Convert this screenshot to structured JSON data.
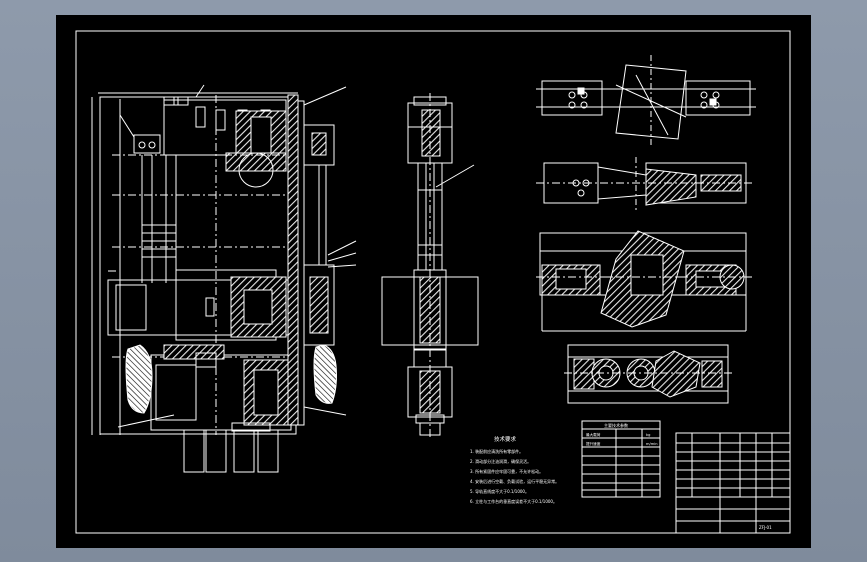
{
  "drawing": {
    "colors": {
      "background": "#8e9aab",
      "sheet": "#000000",
      "line": "#ffffff",
      "hatch": "#e8e8e8"
    },
    "technical_notes": {
      "title": "技术要求",
      "lines": [
        "1. 装配前应清洗所有零部件。",
        "2. 滑动部分注油润滑，确保灵活。",
        "3. 所有紧固件应牢固可靠，不允许松动。",
        "4. 安装后进行空载、负载试验，运行平稳无异常。",
        "5. 导轨直线度不大于0.1/1000。",
        "6. 立柱与工作台的垂直度误差不大于0.1/1000。"
      ]
    },
    "spec_table": {
      "title": "主要技术参数",
      "rows": [
        [
          "最大载荷",
          "kg"
        ],
        [
          "提升速度",
          "m/min"
        ],
        [
          "",
          ""
        ],
        [
          "",
          ""
        ],
        [
          "",
          ""
        ],
        [
          "",
          ""
        ],
        [
          "",
          ""
        ],
        [
          "",
          ""
        ]
      ]
    },
    "title_block": {
      "drawing_no": "ZFJ-01"
    }
  }
}
